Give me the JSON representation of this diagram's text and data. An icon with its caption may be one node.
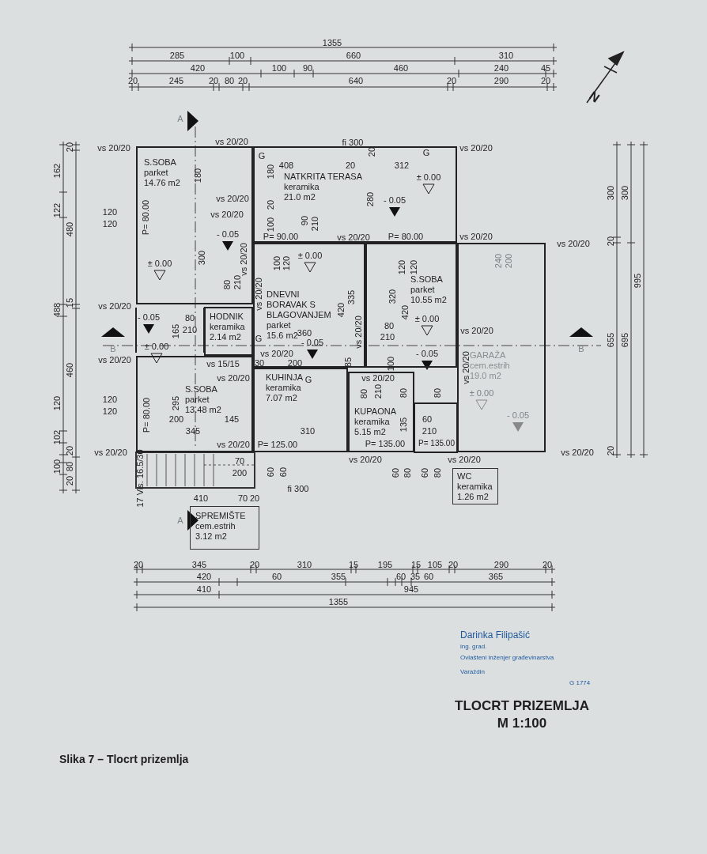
{
  "diagram": {
    "title": "TLOCRT PRIZEMLJA",
    "caption": "Slika 7 – Tlocrt prizemlja",
    "nodes": [
      {
        "text": [
          "S.SOBA",
          "parket",
          "14.76 m2"
        ]
      },
      {
        "text": [
          "NATKRITA TERASA",
          "keramika",
          "21.0 m2"
        ]
      },
      {
        "text": [
          "DNEVNI BORAVAK S BLAGOVANJEM",
          "parket",
          "15.6 m2"
        ]
      },
      {
        "text": [
          "S.SOBA",
          "parket",
          "10.55 m2"
        ]
      },
      {
        "text": [
          "HODNIK",
          "keramika",
          "2.14 m2"
        ]
      },
      {
        "text": [
          "S.SOBA",
          "parket",
          "13.48 m2"
        ]
      },
      {
        "text": [
          "KUHINJA",
          "keramika",
          "7.07 m2"
        ]
      },
      {
        "text": [
          "KUPAONA",
          "keramika",
          "5.15 m2"
        ]
      },
      {
        "text": [
          "GARAŽA",
          "cem.estrih",
          "19.0 m2"
        ]
      },
      {
        "text": [
          "WC",
          "keramika",
          "1.26 m2"
        ]
      },
      {
        "text": [
          "SPREMIŠTE",
          "cem.estrih",
          "3.12 m2"
        ]
      }
    ],
    "labels": [
      "1355",
      "285",
      "100",
      "660",
      "310",
      "420",
      "100",
      "90",
      "460",
      "240",
      "45",
      "20",
      "245",
      "20",
      "80",
      "20",
      "640",
      "20",
      "290",
      "20",
      "N",
      "A",
      "vs 20/20",
      "vs 20/20",
      "fi 300",
      "vs 20/20",
      "G",
      "G",
      "20",
      "408",
      "20",
      "312",
      "180",
      "180",
      "280",
      "± 0.00",
      "vs 20/20",
      "- 0.05",
      "120",
      "vs 20/20",
      "120",
      "P= 80.00",
      "300",
      "- 0.05",
      "20",
      "100",
      "90",
      "210",
      "P= 90.00",
      "vs 20/20",
      "P= 80.00",
      "vs 20/20",
      "vs 20/20",
      "± 0.00",
      "± 0.00",
      "100",
      "120",
      "120",
      "120",
      "240",
      "200",
      "vs 20/20",
      "80",
      "210",
      "vs 20/20",
      "335",
      "420",
      "320",
      "420",
      "vs 20/20",
      "- 0.05",
      "80",
      "± 0.00",
      "165",
      "210",
      "360",
      "- 0.05",
      "80",
      "210",
      "vs 20/20",
      "vs 20/20",
      "± 0.00",
      "G",
      "B",
      "B",
      "- 0.05",
      "vs 20/20",
      "vs 20/20",
      "vs 15/15",
      "30",
      "200",
      "100",
      "85",
      "vs 20/20",
      "vs 20/20",
      "G",
      "vs 20/20",
      "80",
      "210",
      "80",
      "80",
      "120",
      "120",
      "P= 80.00",
      "295",
      "± 0.00",
      "- 0.05",
      "200",
      "145",
      "60",
      "135",
      "345",
      "310",
      "210",
      "vs 20/20",
      "P= 125.00",
      "P= 135.00",
      "P= 135.00",
      "vs 20/20",
      "vs 20/20",
      "vs 20/20",
      "vs 20/20",
      "17 Vis. 16.5/30",
      "70",
      "200",
      "60",
      "60",
      "60",
      "80",
      "60",
      "80",
      "fi 300",
      "410",
      "70",
      "20",
      "A",
      "20",
      "162",
      "122",
      "480",
      "15",
      "488",
      "460",
      "120",
      "102",
      "20",
      "100",
      "80",
      "20",
      "300",
      "300",
      "20",
      "995",
      "655",
      "695",
      "20",
      "20",
      "345",
      "20",
      "310",
      "15",
      "195",
      "15",
      "105",
      "20",
      "290",
      "20",
      "420",
      "60",
      "355",
      "60",
      "35",
      "60",
      "365",
      "410",
      "945",
      "1355",
      "Darinka Filipašić",
      "ing. grad.",
      "Ovlašteni inženjer građevinarstva",
      "Varaždin",
      "G 1774",
      "M 1:100"
    ]
  }
}
